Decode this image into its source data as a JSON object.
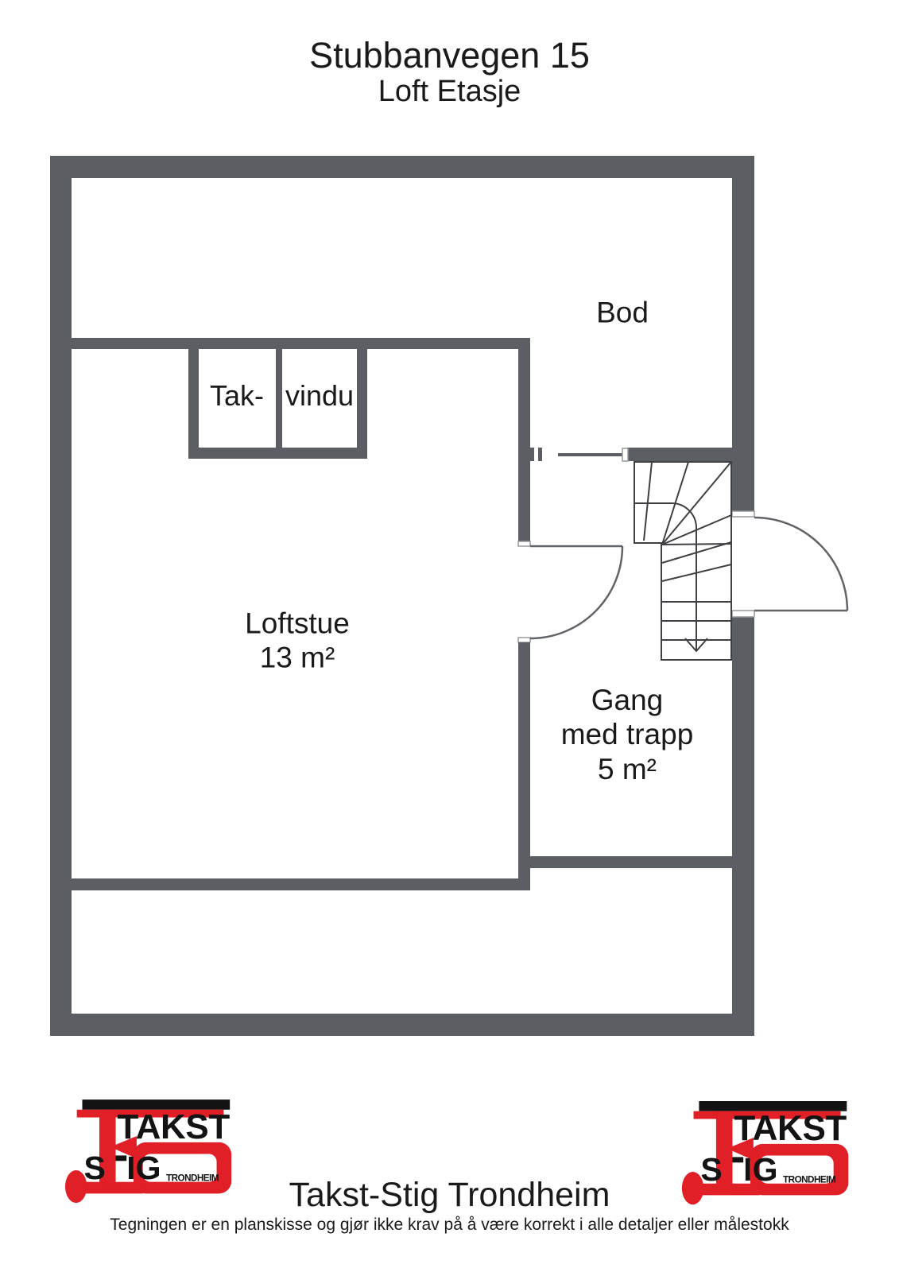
{
  "title": {
    "line1": "Stubbanvegen 15",
    "line2": "Loft Etasje"
  },
  "rooms": {
    "bod": {
      "name": "Bod"
    },
    "takvindu": {
      "part1": "Tak-",
      "part2": "vindu"
    },
    "loftstue": {
      "name": "Loftstue",
      "area": "13 m²"
    },
    "gang": {
      "line1": "Gang",
      "line2": "med trapp",
      "area": "5 m²"
    }
  },
  "footer": {
    "company": "Takst-Stig Trondheim",
    "disclaimer": "Tegningen er en planskisse og gjør ikke krav på å være korrekt i alle detaljer eller målestokk"
  },
  "logo": {
    "takst": "TAKST",
    "stig_s": "S",
    "stig_ig": "IG",
    "trondheim": "TRONDHEIM"
  },
  "colors": {
    "wall_color": "#5b5f64",
    "line_color": "#3e4043",
    "logo_red": "#e01f26",
    "logo_black": "#131313"
  }
}
